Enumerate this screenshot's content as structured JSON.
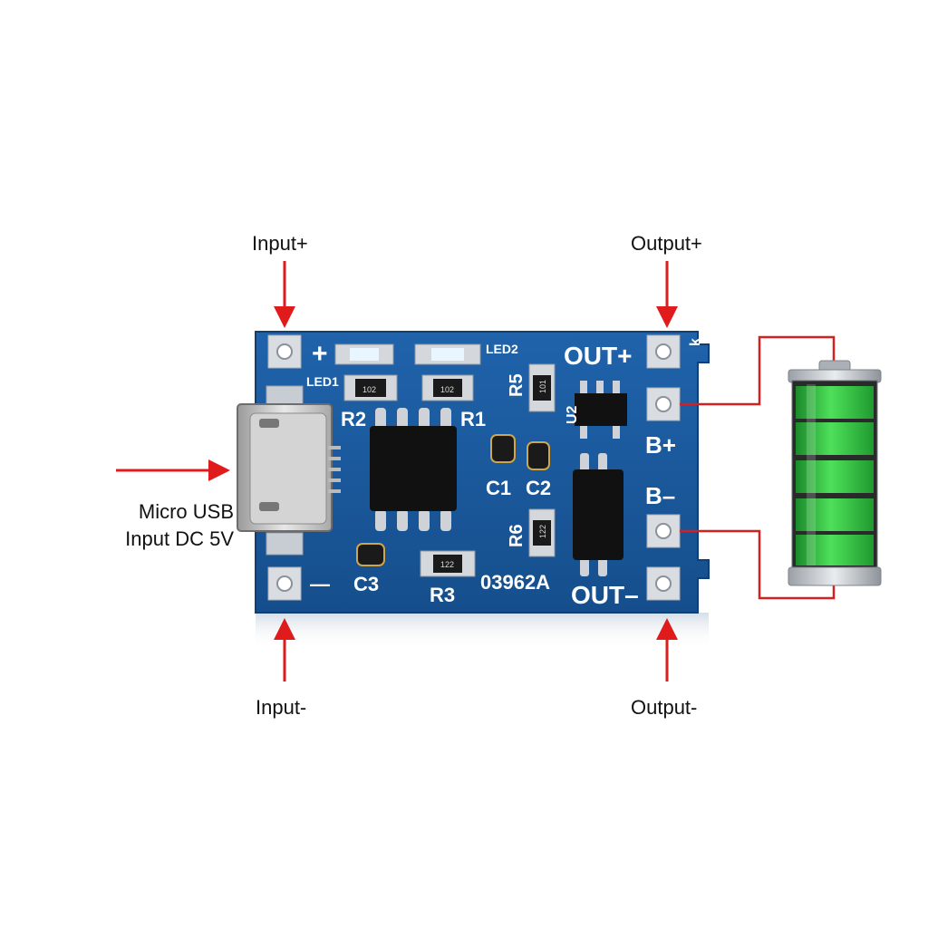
{
  "callouts": {
    "input_plus": "Input+",
    "output_plus": "Output+",
    "input_minus": "Input-",
    "output_minus": "Output-",
    "usb_line1": "Micro USB",
    "usb_line2": "Input DC 5V"
  },
  "silkscreen": {
    "plus": "+",
    "minus": "—",
    "led1": "LED1",
    "led2": "LED2",
    "r2": "R2",
    "r1": "R1",
    "r5": "R5",
    "r6": "R6",
    "r3": "R3",
    "c1": "C1",
    "c2": "C2",
    "c3": "C3",
    "u2": "U2",
    "board_id": "03962A",
    "out_plus": "OUT+",
    "out_minus": "OUT–",
    "b_plus": "B+",
    "b_minus": "B–",
    "k": "k",
    "res_102a": "102",
    "res_102b": "102",
    "res_122": "122",
    "res_101": "101",
    "res_r6": "122"
  },
  "colors": {
    "pcb": "#1a5a9e",
    "arrow": "#e01b1b",
    "wire": "#d42020",
    "battery_green": "#3fd14a"
  }
}
